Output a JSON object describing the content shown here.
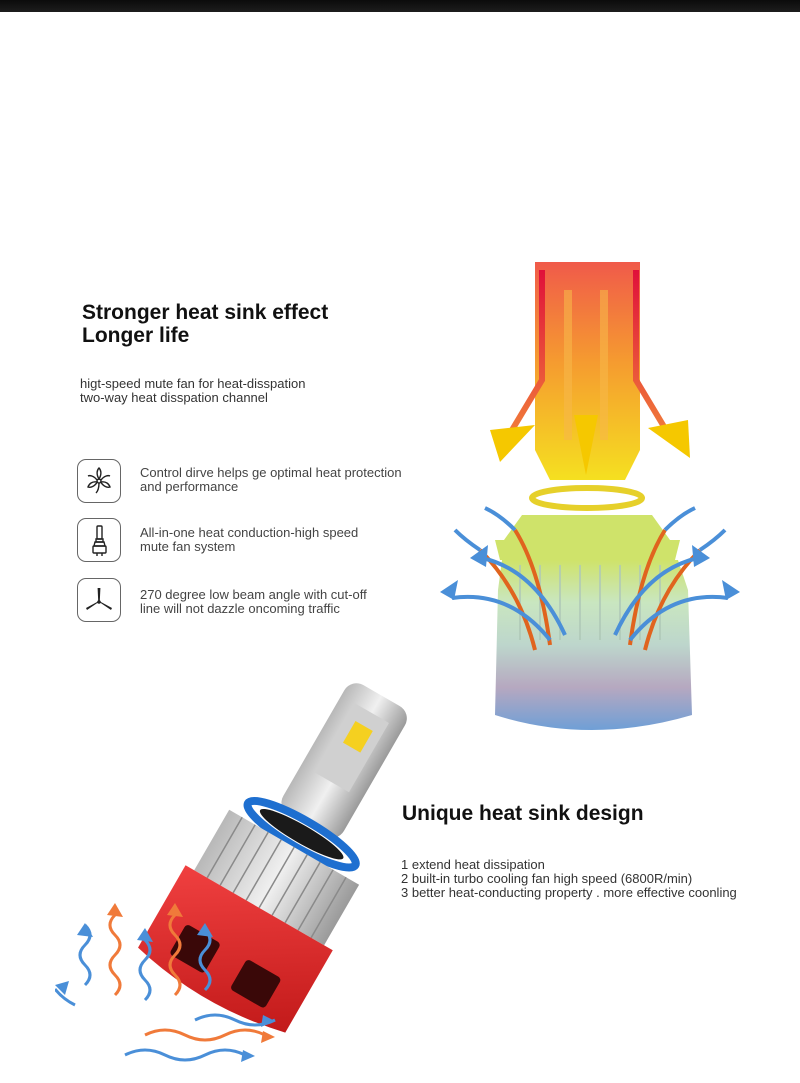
{
  "section1": {
    "title_line1": "Stronger heat sink effect",
    "title_line2": "Longer life",
    "sub_line1": "higt-speed mute fan for heat-disspation",
    "sub_line2": "two-way heat disspation channel"
  },
  "features": [
    {
      "icon": "fan-icon",
      "line1": "Control dirve helps ge optimal heat protection",
      "line2": "and performance"
    },
    {
      "icon": "bulb-icon",
      "line1": "All-in-one heat conduction-high speed",
      "line2": "mute fan system"
    },
    {
      "icon": "propeller-icon",
      "line1": "270 degree low beam angle with cut-off",
      "line2": "line will not dazzle oncoming traffic"
    }
  ],
  "section2": {
    "title": "Unique heat sink design",
    "items": [
      "1 extend heat dissipation",
      "2 built-in turbo cooling fan high speed (6800R/min)",
      "3 better heat-conducting property . more effective coonling"
    ]
  },
  "colors": {
    "hot_red": "#e0103a",
    "hot_orange": "#f47a3c",
    "warm_yellow": "#f5d020",
    "cool_blue": "#4a8fd8",
    "bulb_red": "#e5262b"
  }
}
